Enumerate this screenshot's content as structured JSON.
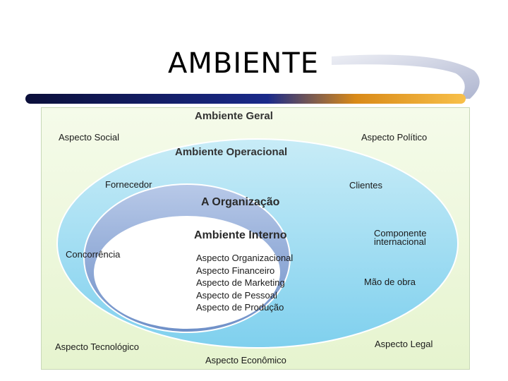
{
  "slide": {
    "title": "AMBIENTE"
  },
  "diagram": {
    "general": {
      "title": "Ambiente Geral",
      "labels": {
        "social": "Aspecto Social",
        "political": "Aspecto Político",
        "technological": "Aspecto Tecnológico",
        "economic": "Aspecto Econômico",
        "legal": "Aspecto Legal"
      }
    },
    "operational": {
      "title": "Ambiente Operacional",
      "labels": {
        "supplier": "Fornecedor",
        "clients": "Clientes",
        "competition": "Concorrência",
        "international_1": "Componente",
        "international_2": "internacional",
        "labor": "Mão de obra"
      }
    },
    "organization": {
      "title": "A Organização"
    },
    "internal": {
      "title": "Ambiente Interno",
      "items": [
        "Aspecto Organizacional",
        "Aspecto Financeiro",
        "Aspecto de Marketing",
        "Aspecto de Pessoal",
        "Aspecto de Produção"
      ]
    },
    "colors": {
      "frame_bg": "#e6f4cf",
      "operational_fill": "#8fd6ef",
      "organization_fill": "#8aa9d6",
      "internal_fill": "#ffffff",
      "accent_bar": "#f5a623"
    }
  }
}
